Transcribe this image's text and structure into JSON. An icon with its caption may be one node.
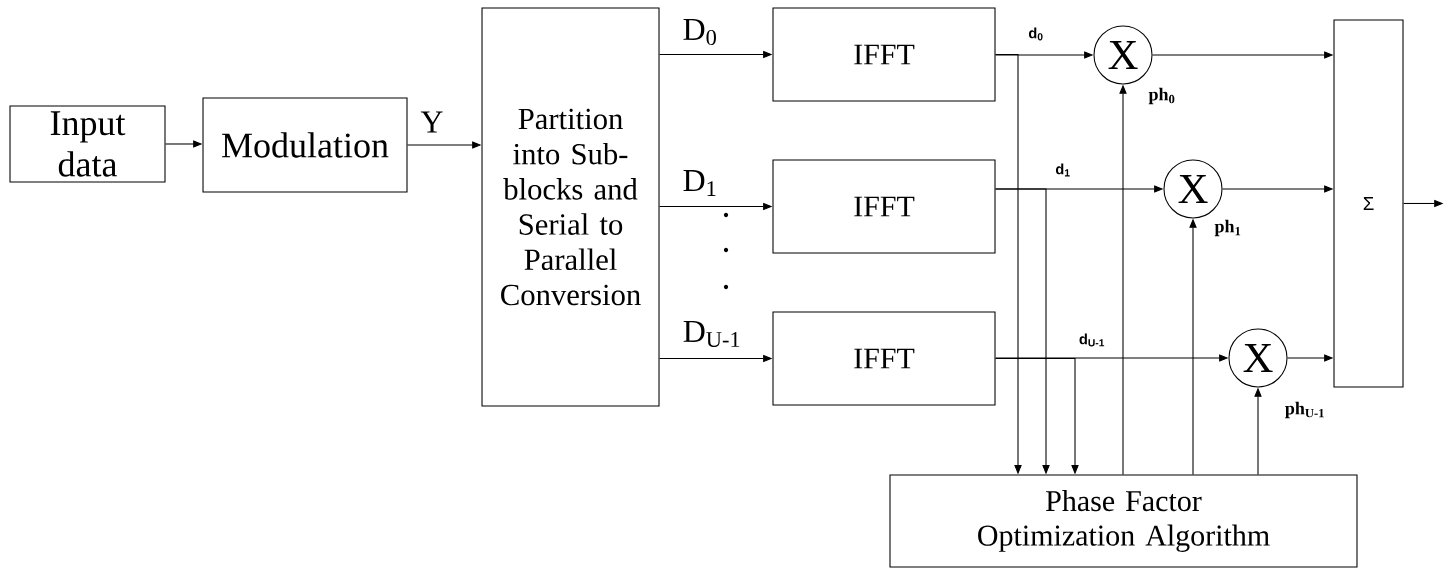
{
  "diagram": {
    "nodes": [
      {
        "text": [
          "Input data"
        ]
      },
      {
        "text": [
          "Modulation"
        ]
      },
      {
        "text": [
          "Partition into Sub-blocks and Serial to Parallel Conversion"
        ]
      },
      {
        "text": [
          "IFFT"
        ]
      },
      {
        "text": [
          "IFFT"
        ]
      },
      {
        "text": [
          "IFFT"
        ]
      },
      {
        "text": [
          "X"
        ]
      },
      {
        "text": [
          "X"
        ]
      },
      {
        "text": [
          "X"
        ]
      },
      {
        "text": [
          "Σ"
        ]
      },
      {
        "text": [
          "Phase Factor Optimization Algorithm"
        ]
      }
    ],
    "edges": [
      {
        "from": 0,
        "to": 1,
        "arrow": "to"
      },
      {
        "from": 1,
        "to": 2,
        "arrow": "to",
        "label": "Y"
      },
      {
        "from": 2,
        "to": 3,
        "arrow": "to",
        "label": "D$_{0}$"
      },
      {
        "from": 2,
        "to": 4,
        "arrow": "to",
        "label": "D$_{1}$"
      },
      {
        "from": 2,
        "to": 5,
        "arrow": "to",
        "label": "D$_{U-1}$"
      },
      {
        "from": 3,
        "to": 6,
        "arrow": "to",
        "label": "d$_{0}$"
      },
      {
        "from": 4,
        "to": 7,
        "arrow": "to",
        "label": "d$_{1}$"
      },
      {
        "from": 5,
        "to": 8,
        "arrow": "to",
        "label": "d$_{U-1}$"
      },
      {
        "from": 6,
        "to": 9,
        "arrow": "to"
      },
      {
        "from": 7,
        "to": 9,
        "arrow": "to"
      },
      {
        "from": 8,
        "to": 9,
        "arrow": "to"
      },
      {
        "from": 9,
        "to": null,
        "arrow": "to"
      },
      {
        "from": 3,
        "to": 10,
        "arrow": "to"
      },
      {
        "from": 4,
        "to": 10,
        "arrow": "to"
      },
      {
        "from": 5,
        "to": 10,
        "arrow": "to"
      },
      {
        "from": 10,
        "to": 6,
        "arrow": "to",
        "label": "ph$_{0}$"
      },
      {
        "from": 10,
        "to": 7,
        "arrow": "to",
        "label": "ph$_{1}$"
      },
      {
        "from": 10,
        "to": 8,
        "arrow": "to",
        "label": "ph$_{U-1}$"
      }
    ]
  }
}
